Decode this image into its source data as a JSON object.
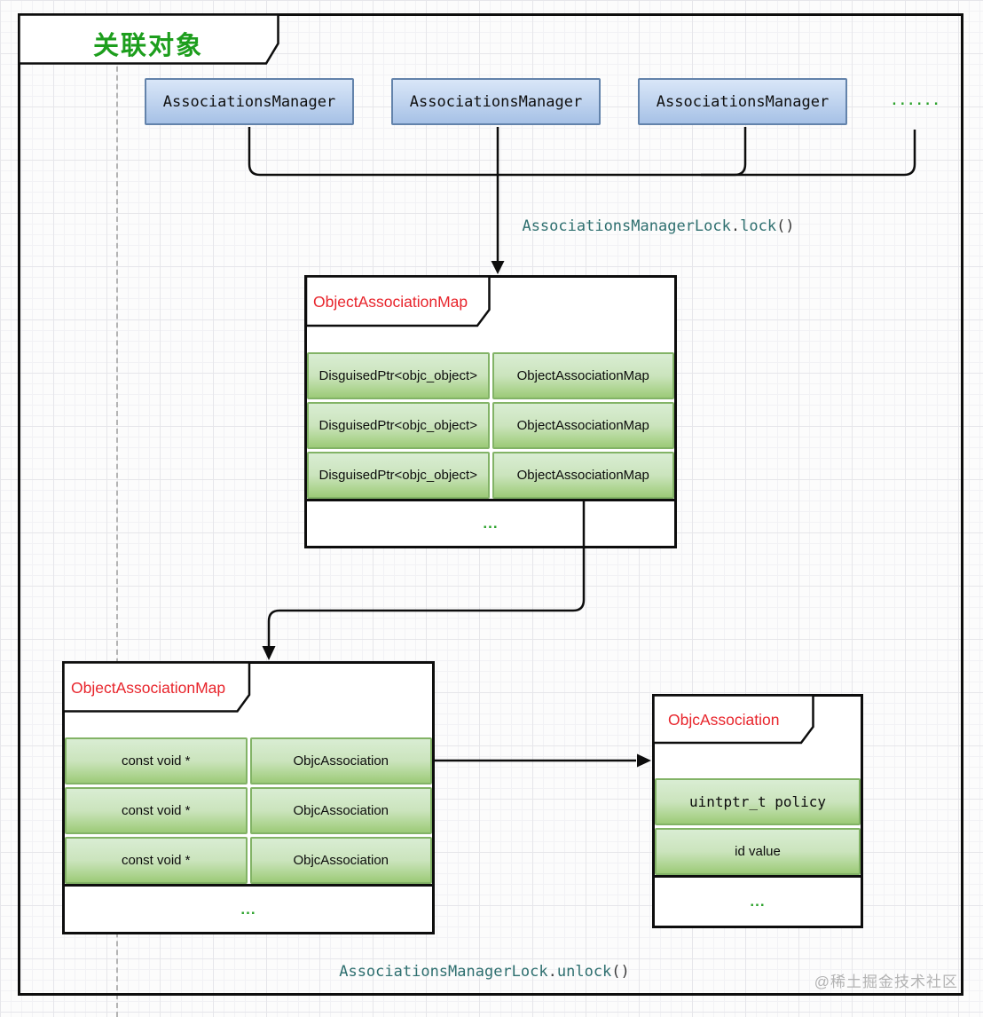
{
  "title": "关联对象",
  "top_row": {
    "manager_boxes": [
      "AssociationsManager",
      "AssociationsManager",
      "AssociationsManager"
    ],
    "ellipsis": "......"
  },
  "lock_annotation": {
    "object": "AssociationsManagerLock",
    "dot": ".",
    "method": "lock",
    "parens": "()"
  },
  "unlock_annotation": {
    "object": "AssociationsManagerLock",
    "dot": ".",
    "method": "unlock",
    "parens": "()"
  },
  "object_association_map_top": {
    "label": "ObjectAssociationMap",
    "rows": [
      {
        "key": "DisguisedPtr<objc_object>",
        "value": "ObjectAssociationMap"
      },
      {
        "key": "DisguisedPtr<objc_object>",
        "value": "ObjectAssociationMap"
      },
      {
        "key": "DisguisedPtr<objc_object>",
        "value": "ObjectAssociationMap"
      }
    ],
    "more": "..."
  },
  "object_association_map_bottom": {
    "label": "ObjectAssociationMap",
    "rows": [
      {
        "key": "const void *",
        "value": "ObjcAssociation"
      },
      {
        "key": "const void *",
        "value": "ObjcAssociation"
      },
      {
        "key": "const void *",
        "value": "ObjcAssociation"
      }
    ],
    "more": "..."
  },
  "objc_association": {
    "label": "ObjcAssociation",
    "fields": [
      "uintptr_t policy",
      "id value"
    ],
    "more": "..."
  },
  "watermark": "@稀土掘金技术社区",
  "colors": {
    "title_green": "#1d9e1d",
    "ellipsis_green": "#2ba22b",
    "code_teal": "#2e6f6f",
    "label_red": "#e8252c",
    "blue_node_border": "#6c8ebf",
    "blue_node_fill_top": "#dae8fc",
    "blue_node_fill_bottom": "#a6c1e6",
    "green_cell_border": "#82b366",
    "green_cell_fill_top": "#d5e8d4",
    "green_cell_fill_bottom": "#9cca78",
    "connector_black": "#0d0d0d",
    "watermark_gray": "#b3b3b3"
  }
}
